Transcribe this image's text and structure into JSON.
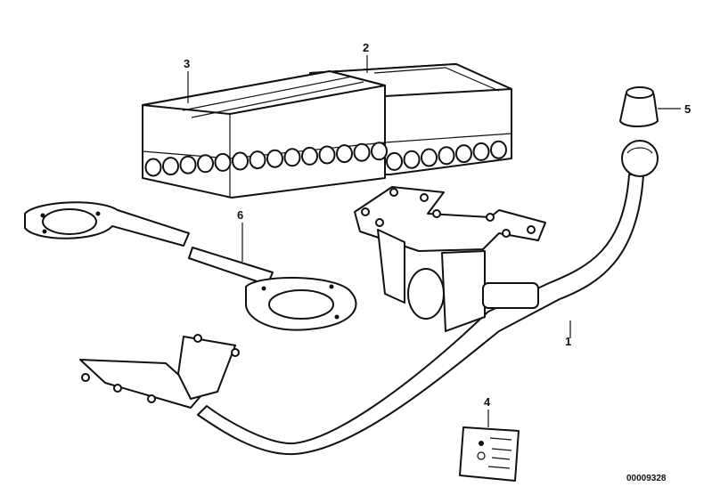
{
  "callouts": {
    "c1": "1",
    "c2": "2",
    "c3": "3",
    "c4": "4",
    "c5": "5",
    "c6": "6"
  },
  "reference_number": "00009328",
  "parts": {
    "box_front_label": "box",
    "box_rear_label": "box"
  }
}
